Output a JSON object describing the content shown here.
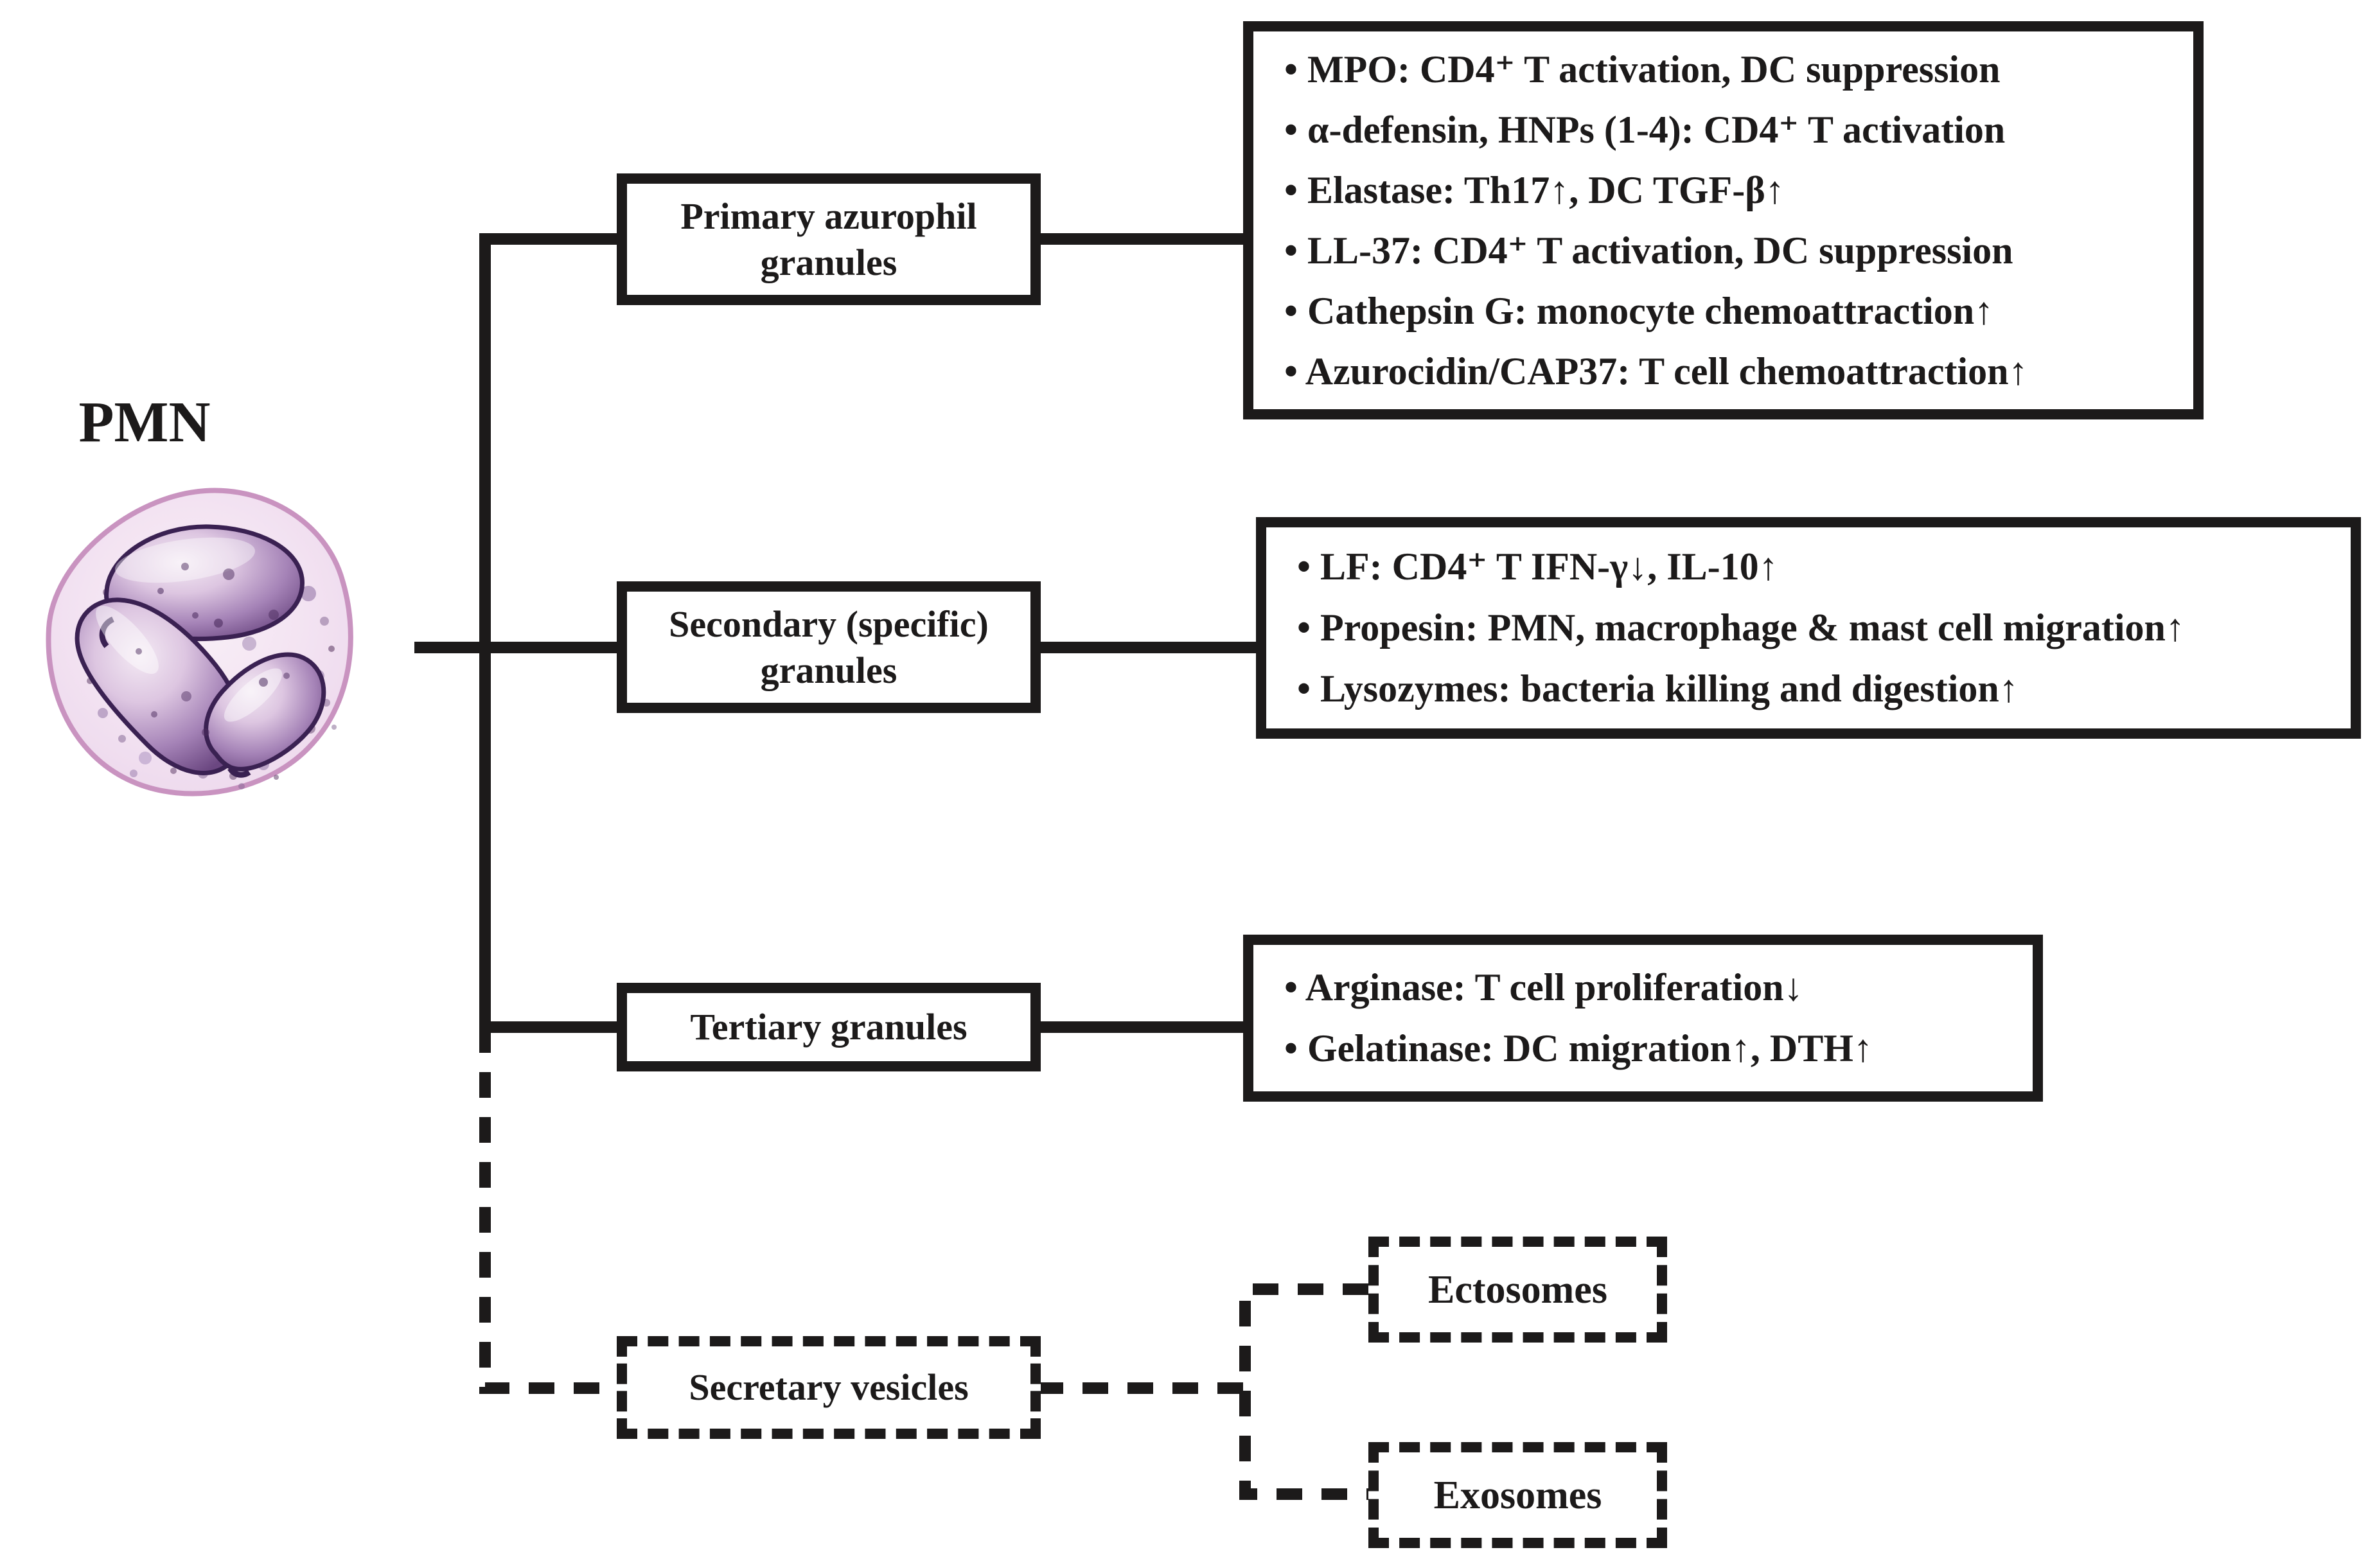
{
  "cell": {
    "label": "PMN"
  },
  "branches": [
    {
      "label": "Primary azurophil granules",
      "line_style": "solid",
      "items": [
        "• MPO: CD4⁺ T activation, DC suppression",
        "• α-defensin, HNPs (1-4): CD4⁺ T activation",
        "• Elastase: Th17↑, DC TGF-β↑",
        "• LL-37: CD4⁺ T activation, DC suppression",
        "• Cathepsin G: monocyte chemoattraction↑",
        "• Azurocidin/CAP37: T cell chemoattraction↑"
      ]
    },
    {
      "label": "Secondary (specific) granules",
      "line_style": "solid",
      "items": [
        "• LF: CD4⁺ T IFN-γ↓, IL-10↑",
        "• Propesin: PMN, macrophage & mast cell migration↑",
        "• Lysozymes: bacteria killing and digestion↑"
      ]
    },
    {
      "label": "Tertiary granules",
      "line_style": "solid",
      "items": [
        "• Arginase: T cell proliferation↓",
        "• Gelatinase: DC migration↑, DTH↑"
      ]
    },
    {
      "label": "Secretary vesicles",
      "line_style": "dashed",
      "children": [
        {
          "label": "Ectosomes"
        },
        {
          "label": "Exosomes"
        }
      ]
    }
  ],
  "colors": {
    "background": "#ffffff",
    "line": "#1c1a1a",
    "text": "#1c1a1a",
    "cell_membrane": "#c993c0",
    "cell_cytoplasm": "#f3e3f2",
    "nucleus_edge": "#3a2152",
    "nucleus_mid": "#a583b7",
    "nucleus_light": "#f4eaf4",
    "granule_dot": "#7d5f8e"
  }
}
